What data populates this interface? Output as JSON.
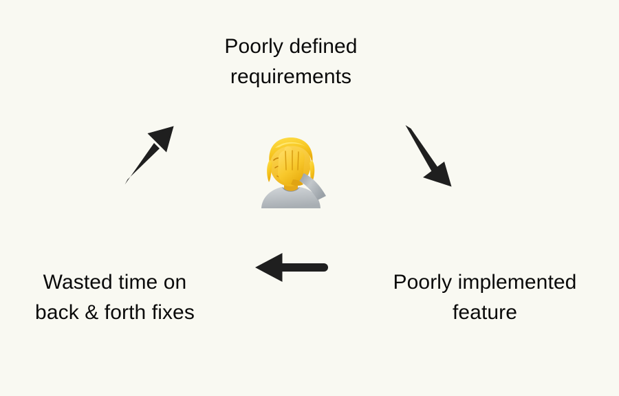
{
  "diagram": {
    "kind": "vicious-cycle-diagram",
    "direction": "counter-clockwise",
    "background_color": "#f9f9f2",
    "text_color": "#0a0a0a",
    "arrow_color": "#1f1f1f",
    "nodes": [
      {
        "id": "requirements",
        "label": "Poorly defined\nrequirements",
        "position": "top-center"
      },
      {
        "id": "implementation",
        "label": "Poorly implemented\nfeature",
        "position": "bottom-right"
      },
      {
        "id": "wasted-time",
        "label": "Wasted time on\nback & forth fixes",
        "position": "bottom-left"
      }
    ],
    "arrows": [
      {
        "id": "arrow-requirements-to-implementation",
        "icon": "arrow-down-right-icon",
        "from": "requirements",
        "to": "implementation",
        "direction": "down-right"
      },
      {
        "id": "arrow-implementation-to-wasted-time",
        "icon": "arrow-left-icon",
        "from": "implementation",
        "to": "wasted-time",
        "direction": "left"
      },
      {
        "id": "arrow-wasted-time-to-requirements",
        "icon": "arrow-up-right-icon",
        "from": "wasted-time",
        "to": "requirements",
        "direction": "up-right"
      }
    ],
    "center_graphic": {
      "icon": "person-facepalming-emoji",
      "glyph": "🤦",
      "description": "person facepalming",
      "hair_color": "#f5c518",
      "skin_color": "#fcd34a",
      "shirt_color": "#b8bdc2"
    }
  }
}
